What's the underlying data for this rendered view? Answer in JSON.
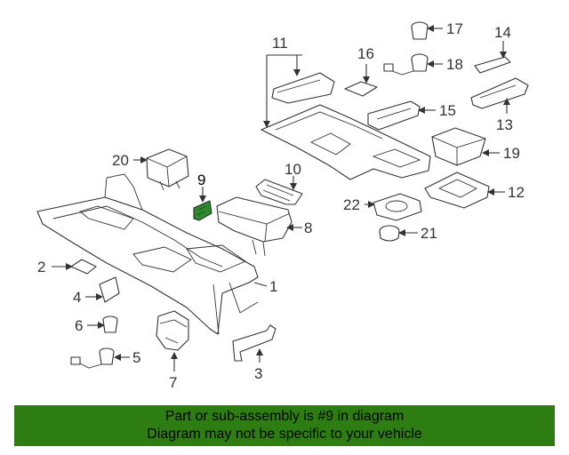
{
  "diagram": {
    "callouts": {
      "c1": "1",
      "c2": "2",
      "c3": "3",
      "c4": "4",
      "c5": "5",
      "c6": "6",
      "c7": "7",
      "c8": "8",
      "c9": "9",
      "c10": "10",
      "c11": "11",
      "c12": "12",
      "c13": "13",
      "c14": "14",
      "c15": "15",
      "c16": "16",
      "c17": "17",
      "c18": "18",
      "c19": "19",
      "c20": "20",
      "c21": "21",
      "c22": "22"
    },
    "highlighted_part": "9",
    "colors": {
      "highlight": "#2f8a2f",
      "banner": "#2e7d12",
      "line": "#333333"
    }
  },
  "banner": {
    "line1": "Part or sub-assembly is #9 in diagram",
    "line2": "Diagram may not be specific to your vehicle"
  }
}
